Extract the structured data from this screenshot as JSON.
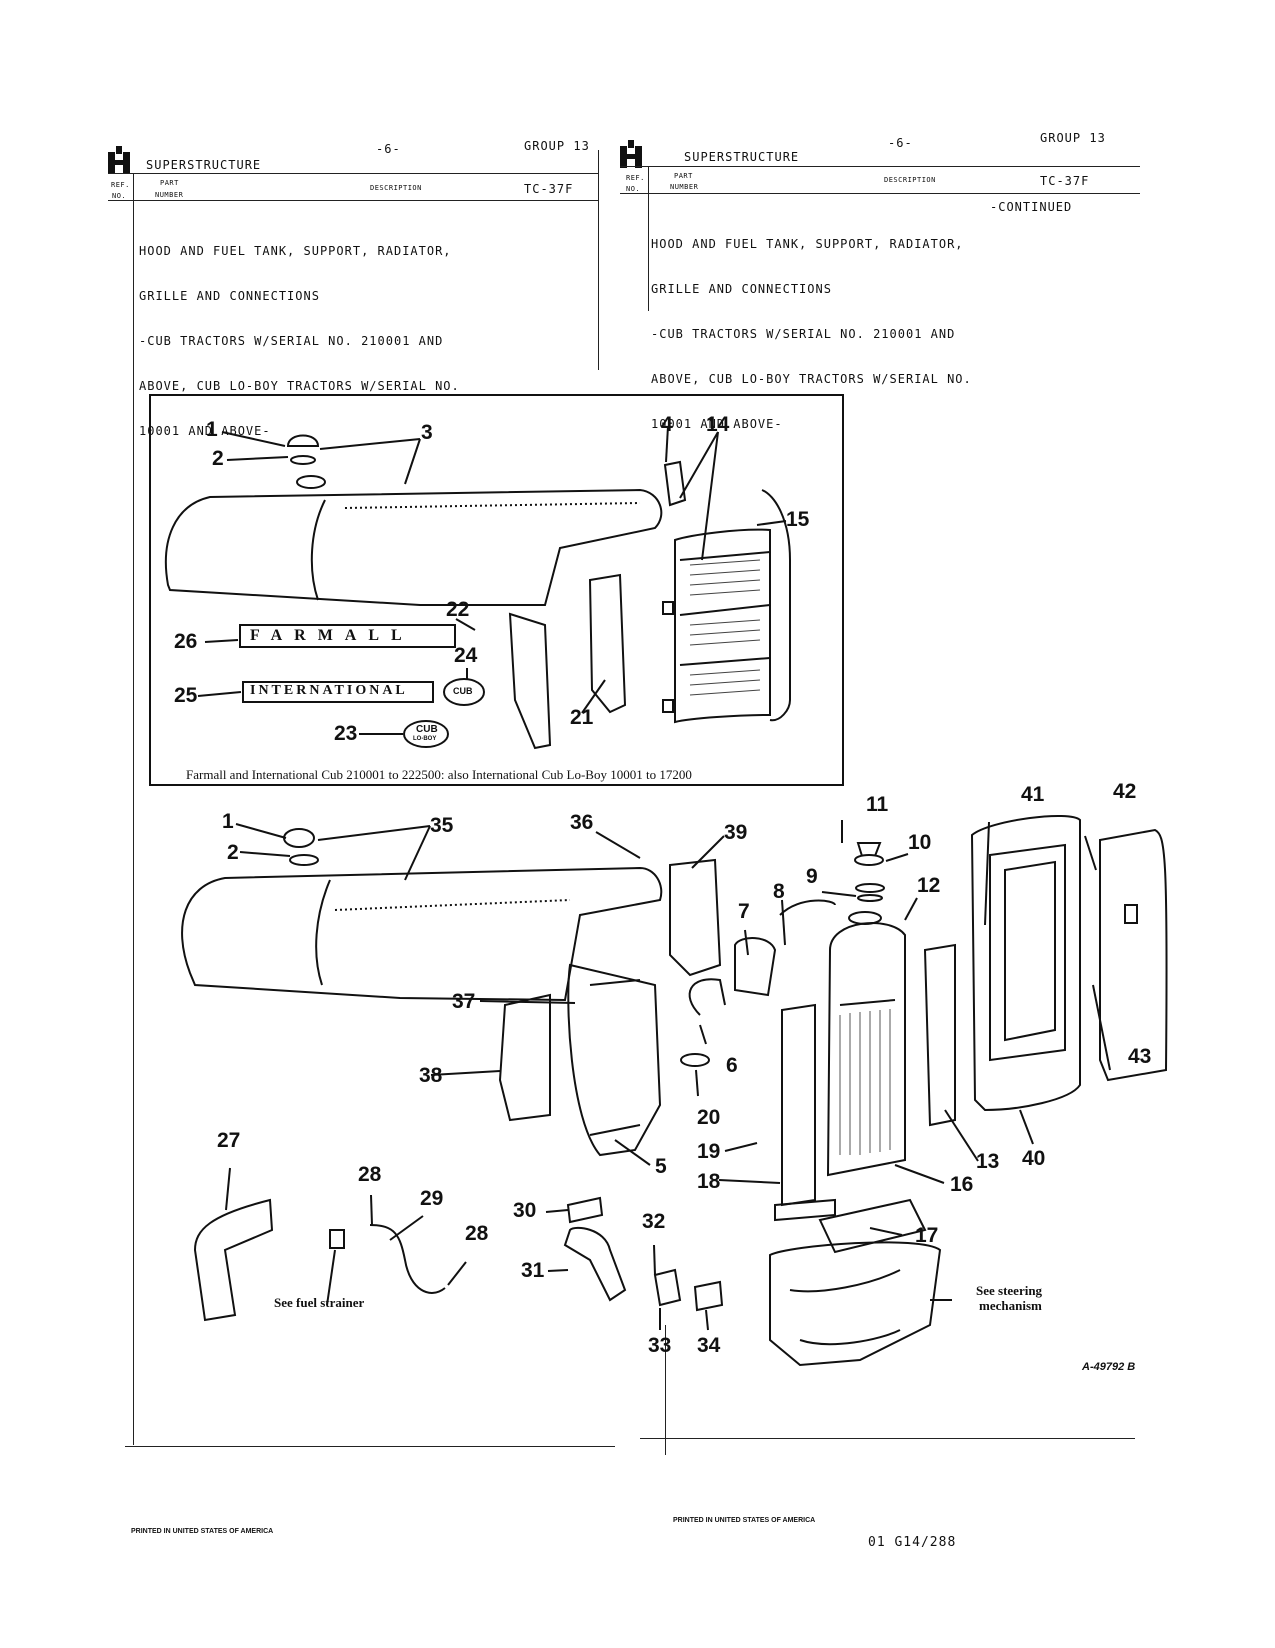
{
  "left_header": {
    "page_no": "-6-",
    "group": "GROUP 13",
    "section": "SUPERSTRUCTURE",
    "col_ref": "REF.",
    "col_no": "NO.",
    "col_part": "PART",
    "col_number": "NUMBER",
    "col_description": "DESCRIPTION",
    "code": "TC-37F",
    "body_lines": [
      "HOOD AND FUEL TANK, SUPPORT, RADIATOR,",
      "GRILLE AND CONNECTIONS",
      "-CUB TRACTORS W/SERIAL NO. 210001 AND",
      "ABOVE, CUB LO-BOY TRACTORS W/SERIAL NO.",
      "10001 AND ABOVE-"
    ]
  },
  "right_header": {
    "page_no": "-6-",
    "group": "GROUP 13",
    "section": "SUPERSTRUCTURE",
    "col_ref": "REF.",
    "col_no": "NO.",
    "col_part": "PART",
    "col_number": "NUMBER",
    "col_description": "DESCRIPTION",
    "code": "TC-37F",
    "continued": "-CONTINUED",
    "body_lines": [
      "HOOD AND FUEL TANK, SUPPORT, RADIATOR,",
      "GRILLE AND CONNECTIONS",
      "-CUB TRACTORS W/SERIAL NO. 210001 AND",
      "ABOVE, CUB LO-BOY TRACTORS W/SERIAL NO.",
      "10001 AND ABOVE-"
    ]
  },
  "inset": {
    "caption": "Farmall and International Cub 210001 to 222500: also International Cub Lo-Boy 10001 to 17200",
    "emblem_farmall": "FARMALL",
    "emblem_international": "INTERNATIONAL",
    "badge_cub": "CUB",
    "badge_cub_loboy": "CUB",
    "badge_loboy_sub": "LO-BOY"
  },
  "labels": {
    "l1a": "1",
    "l2a": "2",
    "l3": "3",
    "l4": "4",
    "l14": "14",
    "l15": "15",
    "l22": "22",
    "l26": "26",
    "l24": "24",
    "l25": "25",
    "l23": "23",
    "l21": "21",
    "l1b": "1",
    "l2b": "2",
    "l35": "35",
    "l36": "36",
    "l39": "39",
    "l11": "11",
    "l10": "10",
    "l9": "9",
    "l12": "12",
    "l41": "41",
    "l42": "42",
    "l7": "7",
    "l8": "8",
    "l37": "37",
    "l6": "6",
    "l38": "38",
    "l20": "20",
    "l43": "43",
    "l5": "5",
    "l19": "19",
    "l13": "13",
    "l40": "40",
    "l18": "18",
    "l16": "16",
    "l27": "27",
    "l28a": "28",
    "l29": "29",
    "l30": "30",
    "l32": "32",
    "l17": "17",
    "l28b": "28",
    "l31": "31",
    "l33": "33",
    "l34": "34"
  },
  "notes": {
    "fuel_strainer": "See fuel strainer",
    "steering_1": "See steering",
    "steering_2": "mechanism",
    "drawing_no": "A-49792 B"
  },
  "footer": {
    "left_printed": "PRINTED IN UNITED STATES OF AMERICA",
    "right_printed": "PRINTED IN UNITED STATES OF AMERICA",
    "page_code": "01 G14/288"
  }
}
